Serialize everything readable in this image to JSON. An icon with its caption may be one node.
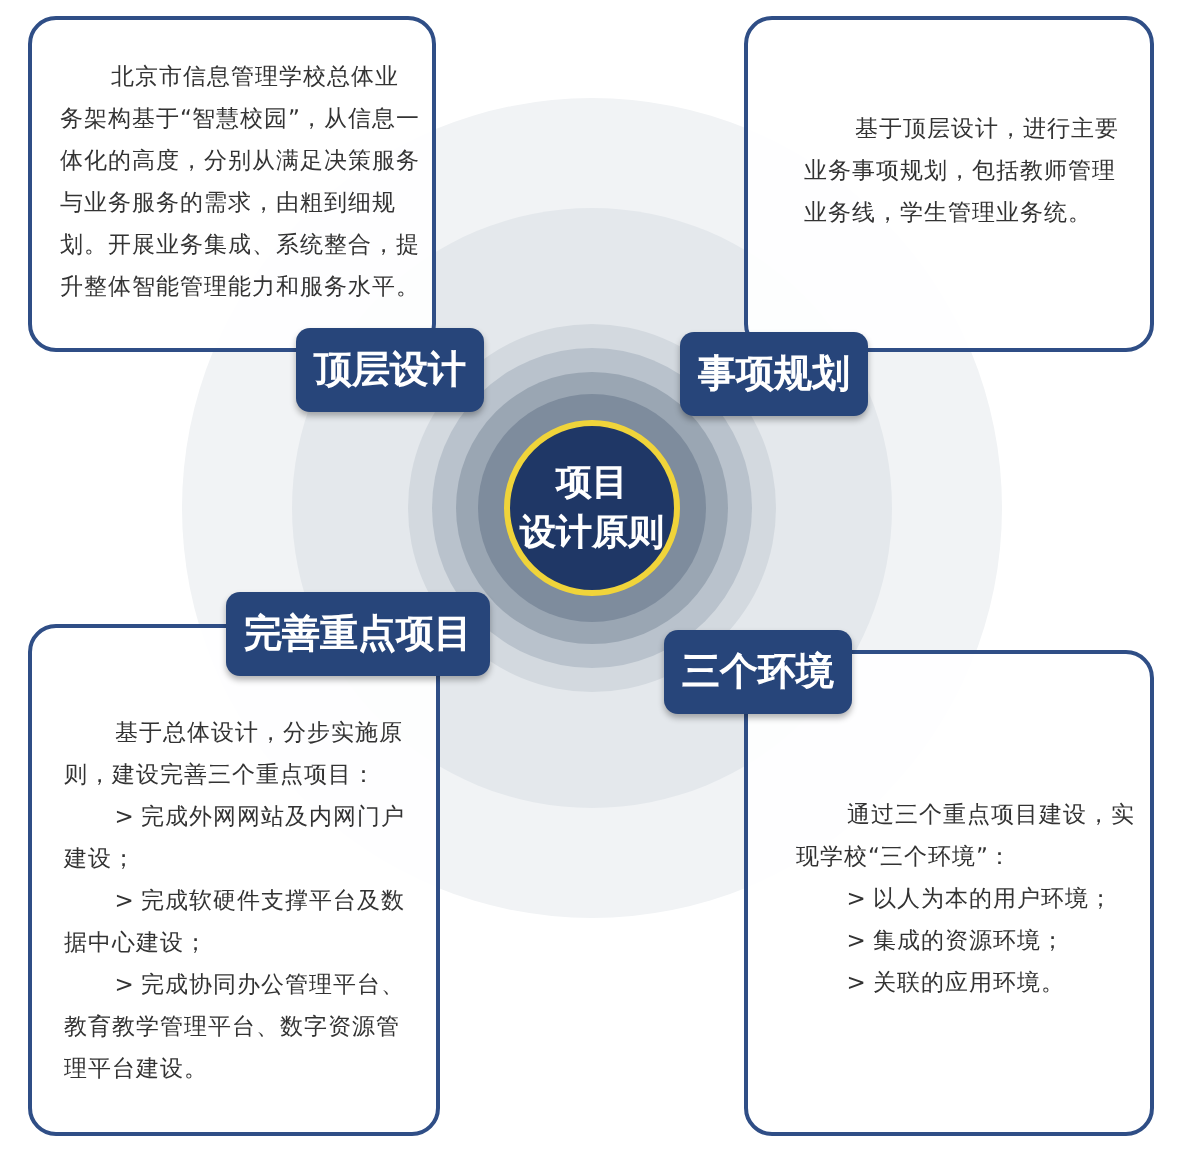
{
  "diagram": {
    "nodes": [
      {
        "text": [
          "北京市信息管理学校总体业务架构基于“智慧校园”，从信息一体化的高度，分别从满足决策服务与业务服务的需求，由粗到细规划。开展业务集成、系统整合，提升整体智能管理能力和服务水平。"
        ]
      },
      {
        "text": [
          "基于顶层设计，进行主要业务事项规划，包括教师管理业务线，学生管理业务统。"
        ]
      },
      {
        "text": [
          "顶层设计"
        ]
      },
      {
        "text": [
          "事项规划"
        ]
      },
      {
        "text": [
          "项目设计原则"
        ]
      },
      {
        "text": [
          "完善重点项目"
        ]
      },
      {
        "text": [
          "三个环境"
        ]
      },
      {
        "text": [
          "基于总体设计，分步实施原则，建设完善三个重点项目：",
          "> 完成外网网站及内网门户建设；",
          "> 完成软硬件支撑平台及数据中心建设；",
          "> 完成协同办公管理平台、教育教学管理平台、数字资源管理平台建设。"
        ]
      },
      {
        "text": [
          "通过三个重点项目建设，实现学校“三个环境”：",
          "> 以人为本的用户环境；",
          "> 集成的资源环境；",
          "> 关联的应用环境。"
        ]
      }
    ],
    "edges": []
  }
}
